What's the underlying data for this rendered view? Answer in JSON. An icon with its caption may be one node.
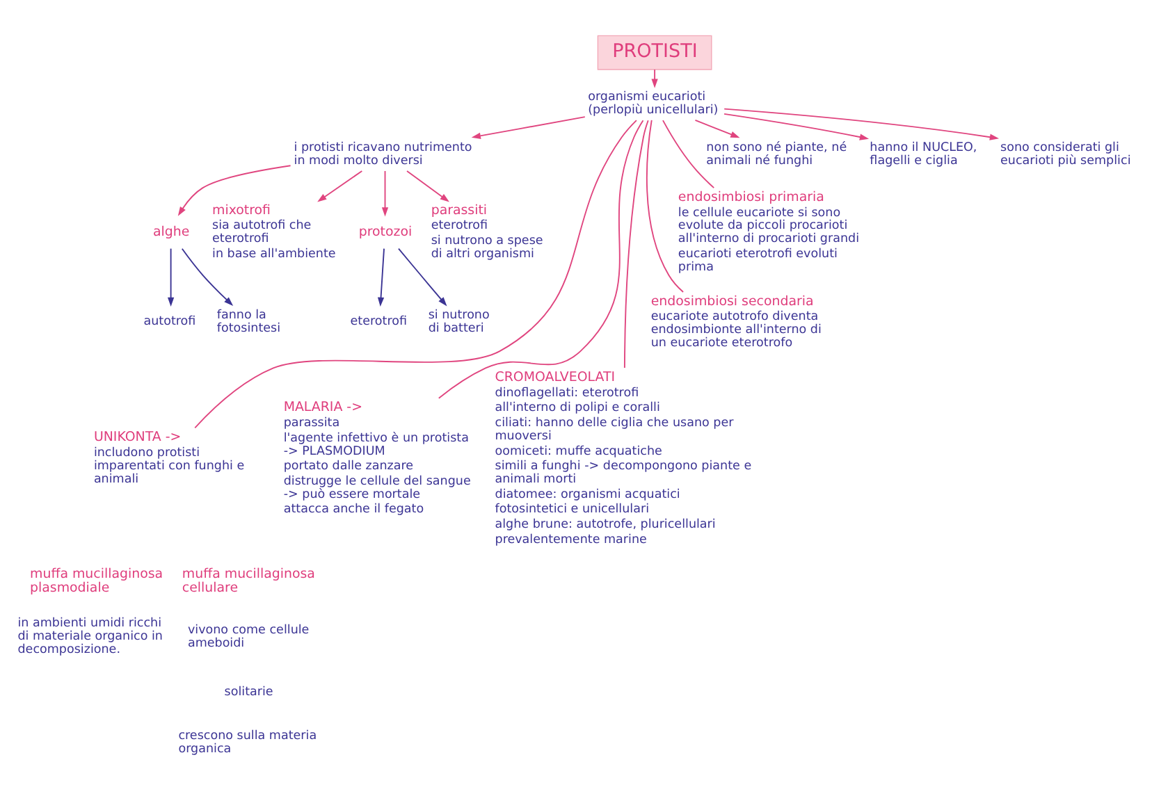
{
  "diagram": {
    "nodes": [
      {
        "text": [
          "PROTISTI"
        ]
      },
      {
        "text": [
          "organismi eucarioti (perlopiù unicellulari)"
        ]
      },
      {
        "text": [
          "non sono né piante, né animali né funghi"
        ]
      },
      {
        "text": [
          "i protisti ricavano nutrimento in modi molto diversi"
        ]
      },
      {
        "text": [
          "hanno il NUCLEO, flagelli e ciglia"
        ]
      },
      {
        "text": [
          "alghe"
        ]
      },
      {
        "text": [
          "parassiti",
          "eterotrofi",
          "si nutrono a spese di altri organismi"
        ]
      },
      {
        "text": [
          "sono considerati gli eucarioti più semplici"
        ]
      },
      {
        "text": [
          "autotrofi"
        ]
      },
      {
        "text": [
          "protozoi"
        ]
      },
      {
        "text": [
          "fanno la fotosintesi"
        ]
      },
      {
        "text": [
          "eterotrofi"
        ]
      },
      {
        "text": [
          "si nutrono di batteri"
        ]
      },
      {
        "text": [
          "mixotrofi",
          "sia autotrofi che eterotrofi",
          "in base all'ambiente"
        ]
      },
      {
        "text": [
          "endosimbiosi primaria",
          "le cellule eucariote si sono evolute da piccoli procarioti all'interno di procarioti grandi",
          "eucarioti eterotrofi evoluti prima"
        ]
      },
      {
        "text": [
          "endosimbiosi secondaria",
          "eucariote autotrofo diventa endosimbionte all'interno di un eucariote eterotrofo"
        ]
      },
      {
        "text": [
          "UNIKONTA ->",
          "includono protisti imparentati con funghi e animali"
        ]
      },
      {
        "text": [
          "MALARIA ->",
          "parassita",
          "l'agente infettivo è un protista -> PLASMODIUM",
          "portato dalle zanzare",
          "distrugge le cellule del sangue -> può essere mortale",
          "attacca anche il fegato"
        ]
      },
      {
        "text": [
          "CROMOALVEOLATI",
          "dinoflagellati: eterotrofi",
          "all'interno di polipi e coralli",
          "ciliati: hanno delle ciglia che usano per muoversi",
          "oomiceti: muffe acquatiche",
          "simili a funghi -> decompongono piante e animali morti",
          "diatomee: organismi acquatici",
          "fotosintetici e unicellulari",
          "alghe brune: autotrofe, pluricellulari",
          "prevalentemente marine"
        ]
      }
    ],
    "edges": [
      {
        "from": 0,
        "to": 1,
        "arrow": "to"
      },
      {
        "from": 1,
        "to": 3,
        "arrow": "to"
      },
      {
        "from": 1,
        "to": 16,
        "arrow": "none"
      },
      {
        "from": 1,
        "to": 17,
        "arrow": "none"
      },
      {
        "from": 1,
        "to": 18,
        "arrow": "none"
      },
      {
        "from": 1,
        "to": 15,
        "arrow": "none"
      },
      {
        "from": 1,
        "to": 14,
        "arrow": "none"
      },
      {
        "from": 1,
        "to": 2,
        "arrow": "to"
      },
      {
        "from": 1,
        "to": 4,
        "arrow": "to"
      },
      {
        "from": 1,
        "to": 7,
        "arrow": "to"
      },
      {
        "from": 3,
        "to": 5,
        "arrow": "to"
      },
      {
        "from": 3,
        "to": 13,
        "arrow": "to"
      },
      {
        "from": 3,
        "to": 9,
        "arrow": "to"
      },
      {
        "from": 3,
        "to": 6,
        "arrow": "to"
      },
      {
        "from": 5,
        "to": 8,
        "arrow": "to",
        "color": "#3b3494"
      },
      {
        "from": 5,
        "to": 10,
        "arrow": "to",
        "color": "#3b3494"
      },
      {
        "from": 9,
        "to": 11,
        "arrow": "to",
        "color": "#3b3494"
      },
      {
        "from": 9,
        "to": 12,
        "arrow": "to",
        "color": "#3b3494"
      }
    ],
    "labels": [
      "muffa mucillaginosa plasmodiale",
      "in ambienti umidi ricchi di materiale organico in decomposizione.",
      "muffa mucillaginosa cellulare",
      "vivono come cellule ameboidi",
      "solitarie",
      "crescono sulla materia organica"
    ]
  }
}
